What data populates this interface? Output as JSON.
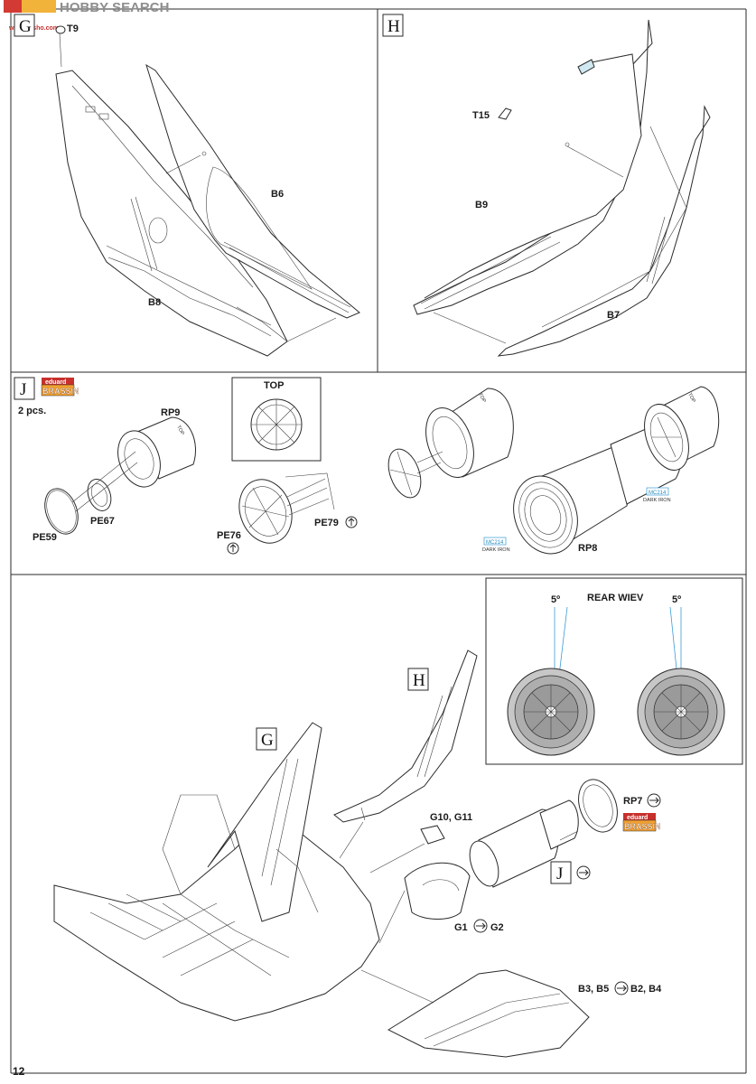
{
  "watermark": {
    "logo_text": "HOBBY SEARCH",
    "site_text": "www.hasho.com"
  },
  "page_number": "12",
  "steps": {
    "G": {
      "label": "G",
      "parts": [
        "T9",
        "B6",
        "B8"
      ]
    },
    "H": {
      "label": "H",
      "parts": [
        "T15",
        "B9",
        "B7"
      ]
    },
    "J": {
      "label": "J",
      "brand_top": "eduard",
      "brand_bottom": "BRASSIN",
      "quantity": "2 pcs.",
      "top_view_label": "TOP",
      "parts": [
        "RP9",
        "PE67",
        "PE59",
        "PE76",
        "PE79",
        "RP8"
      ],
      "nozzle_text": "TOP",
      "paint": [
        {
          "code": "MC214",
          "name": "DARK IRON"
        },
        {
          "code": "MC214",
          "name": "DARK IRON"
        }
      ]
    }
  },
  "rear_view": {
    "title": "REAR WIEV",
    "angle_left": "5º",
    "angle_right": "5º"
  },
  "assembly": {
    "step_g": "G",
    "step_h": "H",
    "step_j": "J",
    "g10": "G10, G11",
    "g1": "G1",
    "g2": "G2",
    "rp7": "RP7",
    "b_left": "B3, B5",
    "b_right": "B2, B4",
    "brand_top": "eduard",
    "brand_bottom": "BRASSIN"
  },
  "colors": {
    "brand_red": "#c8302c",
    "brand_orange": "#f0a030",
    "paint_blue": "#3a9bd5"
  }
}
